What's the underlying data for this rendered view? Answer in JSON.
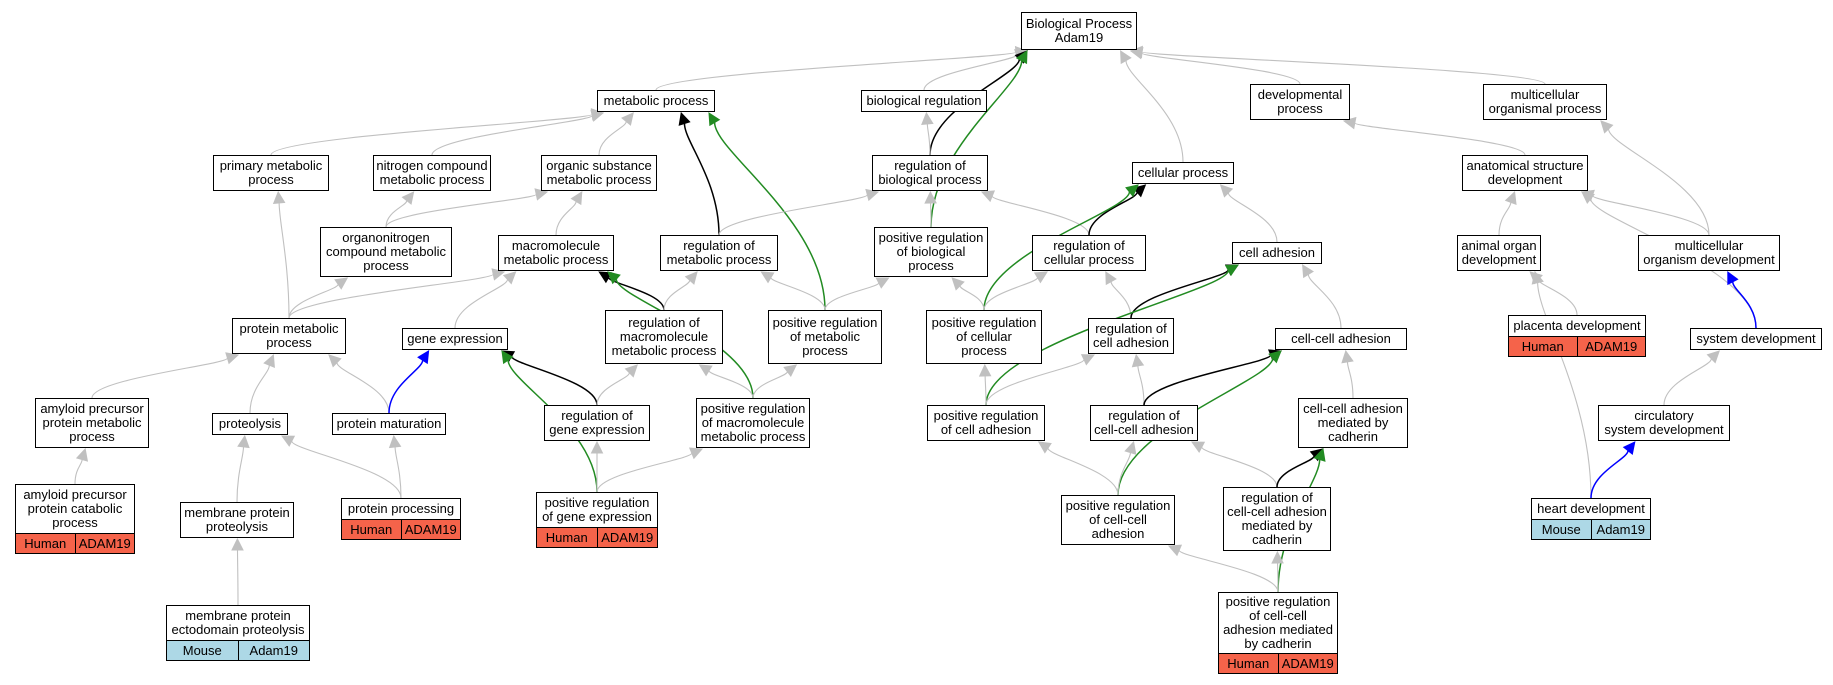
{
  "colors": {
    "default_edge": "#c0c0c0",
    "is_a_edge": "#000000",
    "positive_edge": "#228b22",
    "blue_edge": "#0000ff",
    "human_tag": "#f5634a",
    "mouse_tag": "#add8e6"
  },
  "nodes": [
    {
      "id": "bp",
      "lines": [
        "Biological Process",
        "Adam19"
      ]
    },
    {
      "id": "metabolic",
      "lines": [
        "metabolic process"
      ]
    },
    {
      "id": "bioreg",
      "lines": [
        "biological regulation"
      ]
    },
    {
      "id": "devproc",
      "lines": [
        "developmental",
        "process"
      ]
    },
    {
      "id": "multiorg",
      "lines": [
        "multicellular",
        "organismal process"
      ]
    },
    {
      "id": "primmeta",
      "lines": [
        "primary metabolic",
        "process"
      ]
    },
    {
      "id": "nitro",
      "lines": [
        "nitrogen compound",
        "metabolic process"
      ]
    },
    {
      "id": "orgsub",
      "lines": [
        "organic substance",
        "metabolic process"
      ]
    },
    {
      "id": "regbio",
      "lines": [
        "regulation of",
        "biological process"
      ]
    },
    {
      "id": "cellproc",
      "lines": [
        "cellular process"
      ]
    },
    {
      "id": "anatdev",
      "lines": [
        "anatomical structure",
        "development"
      ]
    },
    {
      "id": "organonit",
      "lines": [
        "organonitrogen",
        "compound metabolic",
        "process"
      ]
    },
    {
      "id": "macromet",
      "lines": [
        "macromolecule",
        "metabolic process"
      ]
    },
    {
      "id": "regmeta",
      "lines": [
        "regulation of",
        "metabolic process"
      ]
    },
    {
      "id": "posregbio",
      "lines": [
        "positive regulation",
        "of biological",
        "process"
      ]
    },
    {
      "id": "regcell",
      "lines": [
        "regulation of",
        "cellular process"
      ]
    },
    {
      "id": "celladh",
      "lines": [
        "cell adhesion"
      ]
    },
    {
      "id": "animorg",
      "lines": [
        "animal organ",
        "development"
      ]
    },
    {
      "id": "multidev",
      "lines": [
        "multicellular",
        "organism development"
      ]
    },
    {
      "id": "protmeta",
      "lines": [
        "protein metabolic",
        "process"
      ]
    },
    {
      "id": "geneexp",
      "lines": [
        "gene expression"
      ]
    },
    {
      "id": "regmacro",
      "lines": [
        "regulation of",
        "macromolecule",
        "metabolic process"
      ]
    },
    {
      "id": "posregmeta",
      "lines": [
        "positive regulation",
        "of metabolic",
        "process"
      ]
    },
    {
      "id": "posregcellp",
      "lines": [
        "positive regulation",
        "of cellular",
        "process"
      ]
    },
    {
      "id": "regcelladh",
      "lines": [
        "regulation of",
        "cell adhesion"
      ]
    },
    {
      "id": "ccadh",
      "lines": [
        "cell-cell adhesion"
      ]
    },
    {
      "id": "placenta",
      "lines": [
        "placenta development"
      ]
    },
    {
      "id": "sysdev",
      "lines": [
        "system development"
      ]
    },
    {
      "id": "amyloidmeta",
      "lines": [
        "amyloid precursor",
        "protein metabolic",
        "process"
      ]
    },
    {
      "id": "proteolysis",
      "lines": [
        "proteolysis"
      ]
    },
    {
      "id": "protmat",
      "lines": [
        "protein maturation"
      ]
    },
    {
      "id": "reggene",
      "lines": [
        "regulation of",
        "gene expression"
      ]
    },
    {
      "id": "posregmacro",
      "lines": [
        "positive regulation",
        "of macromolecule",
        "metabolic process"
      ]
    },
    {
      "id": "posregcadh",
      "lines": [
        "positive regulation",
        "of cell adhesion"
      ]
    },
    {
      "id": "regccadh",
      "lines": [
        "regulation of",
        "cell-cell adhesion"
      ]
    },
    {
      "id": "ccadhcad",
      "lines": [
        "cell-cell adhesion",
        "mediated by",
        "cadherin"
      ]
    },
    {
      "id": "circ",
      "lines": [
        "circulatory",
        "system development"
      ]
    },
    {
      "id": "amyloidcat",
      "lines": [
        "amyloid precursor",
        "protein catabolic",
        "process"
      ]
    },
    {
      "id": "memprot",
      "lines": [
        "membrane protein",
        "proteolysis"
      ]
    },
    {
      "id": "protproc",
      "lines": [
        "protein processing"
      ]
    },
    {
      "id": "posreggene",
      "lines": [
        "positive regulation",
        "of gene expression"
      ]
    },
    {
      "id": "posregccadh",
      "lines": [
        "positive regulation",
        "of cell-cell",
        "adhesion"
      ]
    },
    {
      "id": "regccadhcad",
      "lines": [
        "regulation of",
        "cell-cell adhesion",
        "mediated by",
        "cadherin"
      ]
    },
    {
      "id": "heart",
      "lines": [
        "heart development"
      ]
    },
    {
      "id": "memecto",
      "lines": [
        "membrane protein",
        "ectodomain proteolysis"
      ]
    },
    {
      "id": "posregccadhcad",
      "lines": [
        "positive regulation",
        "of cell-cell",
        "adhesion mediated",
        "by cadherin"
      ]
    }
  ],
  "annotations": [
    {
      "node": "placenta",
      "species": "Human",
      "gene": "ADAM19"
    },
    {
      "node": "amyloidcat",
      "species": "Human",
      "gene": "ADAM19"
    },
    {
      "node": "protproc",
      "species": "Human",
      "gene": "ADAM19"
    },
    {
      "node": "posreggene",
      "species": "Human",
      "gene": "ADAM19"
    },
    {
      "node": "heart",
      "species": "Mouse",
      "gene": "Adam19"
    },
    {
      "node": "memecto",
      "species": "Mouse",
      "gene": "Adam19"
    },
    {
      "node": "posregccadhcad",
      "species": "Human",
      "gene": "ADAM19"
    }
  ],
  "edges": [
    {
      "from": "metabolic",
      "to": "bp",
      "kind": "default"
    },
    {
      "from": "bioreg",
      "to": "bp",
      "kind": "default"
    },
    {
      "from": "devproc",
      "to": "bp",
      "kind": "default"
    },
    {
      "from": "multiorg",
      "to": "bp",
      "kind": "default"
    },
    {
      "from": "cellproc",
      "to": "bp",
      "kind": "default"
    },
    {
      "from": "regbio",
      "to": "bp",
      "kind": "is_a"
    },
    {
      "from": "posregbio",
      "to": "bp",
      "kind": "positive"
    },
    {
      "from": "primmeta",
      "to": "metabolic",
      "kind": "default"
    },
    {
      "from": "nitro",
      "to": "metabolic",
      "kind": "default"
    },
    {
      "from": "orgsub",
      "to": "metabolic",
      "kind": "default"
    },
    {
      "from": "regmeta",
      "to": "metabolic",
      "kind": "is_a"
    },
    {
      "from": "posregmeta",
      "to": "metabolic",
      "kind": "positive"
    },
    {
      "from": "regbio",
      "to": "bioreg",
      "kind": "default"
    },
    {
      "from": "organonit",
      "to": "nitro",
      "kind": "default"
    },
    {
      "from": "macromet",
      "to": "orgsub",
      "kind": "default"
    },
    {
      "from": "organonit",
      "to": "orgsub",
      "kind": "default"
    },
    {
      "from": "regmeta",
      "to": "regbio",
      "kind": "default"
    },
    {
      "from": "posregbio",
      "to": "regbio",
      "kind": "default"
    },
    {
      "from": "regcell",
      "to": "regbio",
      "kind": "default"
    },
    {
      "from": "regcell",
      "to": "cellproc",
      "kind": "is_a"
    },
    {
      "from": "posregcellp",
      "to": "cellproc",
      "kind": "positive"
    },
    {
      "from": "celladh",
      "to": "cellproc",
      "kind": "default"
    },
    {
      "from": "anatdev",
      "to": "devproc",
      "kind": "default"
    },
    {
      "from": "animorg",
      "to": "anatdev",
      "kind": "default"
    },
    {
      "from": "multidev",
      "to": "anatdev",
      "kind": "default"
    },
    {
      "from": "sysdev",
      "to": "anatdev",
      "kind": "default"
    },
    {
      "from": "multidev",
      "to": "multiorg",
      "kind": "default"
    },
    {
      "from": "protmeta",
      "to": "primmeta",
      "kind": "default"
    },
    {
      "from": "protmeta",
      "to": "organonit",
      "kind": "default"
    },
    {
      "from": "protmeta",
      "to": "macromet",
      "kind": "default"
    },
    {
      "from": "geneexp",
      "to": "macromet",
      "kind": "default"
    },
    {
      "from": "regmacro",
      "to": "macromet",
      "kind": "is_a"
    },
    {
      "from": "posregmacro",
      "to": "macromet",
      "kind": "positive"
    },
    {
      "from": "regmacro",
      "to": "regmeta",
      "kind": "default"
    },
    {
      "from": "posregmeta",
      "to": "regmeta",
      "kind": "default"
    },
    {
      "from": "posregmeta",
      "to": "posregbio",
      "kind": "default"
    },
    {
      "from": "posregcellp",
      "to": "posregbio",
      "kind": "default"
    },
    {
      "from": "posregcellp",
      "to": "regcell",
      "kind": "default"
    },
    {
      "from": "regcelladh",
      "to": "regcell",
      "kind": "default"
    },
    {
      "from": "regcelladh",
      "to": "celladh",
      "kind": "is_a"
    },
    {
      "from": "posregcadh",
      "to": "celladh",
      "kind": "positive"
    },
    {
      "from": "ccadh",
      "to": "celladh",
      "kind": "default"
    },
    {
      "from": "placenta",
      "to": "animorg",
      "kind": "default"
    },
    {
      "from": "heart",
      "to": "animorg",
      "kind": "default"
    },
    {
      "from": "sysdev",
      "to": "multidev",
      "kind": "blue"
    },
    {
      "from": "amyloidmeta",
      "to": "protmeta",
      "kind": "default"
    },
    {
      "from": "proteolysis",
      "to": "protmeta",
      "kind": "default"
    },
    {
      "from": "protmat",
      "to": "protmeta",
      "kind": "default"
    },
    {
      "from": "protmat",
      "to": "geneexp",
      "kind": "blue"
    },
    {
      "from": "reggene",
      "to": "geneexp",
      "kind": "is_a"
    },
    {
      "from": "posreggene",
      "to": "geneexp",
      "kind": "positive"
    },
    {
      "from": "reggene",
      "to": "regmacro",
      "kind": "default"
    },
    {
      "from": "posregmacro",
      "to": "regmacro",
      "kind": "default"
    },
    {
      "from": "posregmacro",
      "to": "posregmeta",
      "kind": "default"
    },
    {
      "from": "posregcadh",
      "to": "posregcellp",
      "kind": "default"
    },
    {
      "from": "posregcadh",
      "to": "regcelladh",
      "kind": "default"
    },
    {
      "from": "regccadh",
      "to": "regcelladh",
      "kind": "default"
    },
    {
      "from": "regccadh",
      "to": "ccadh",
      "kind": "is_a"
    },
    {
      "from": "posregccadh",
      "to": "ccadh",
      "kind": "positive"
    },
    {
      "from": "ccadhcad",
      "to": "ccadh",
      "kind": "default"
    },
    {
      "from": "circ",
      "to": "sysdev",
      "kind": "default"
    },
    {
      "from": "amyloidcat",
      "to": "amyloidmeta",
      "kind": "default"
    },
    {
      "from": "memprot",
      "to": "proteolysis",
      "kind": "default"
    },
    {
      "from": "protproc",
      "to": "proteolysis",
      "kind": "default"
    },
    {
      "from": "protproc",
      "to": "protmat",
      "kind": "default"
    },
    {
      "from": "posreggene",
      "to": "reggene",
      "kind": "default"
    },
    {
      "from": "posreggene",
      "to": "posregmacro",
      "kind": "default"
    },
    {
      "from": "posregccadh",
      "to": "posregcadh",
      "kind": "default"
    },
    {
      "from": "posregccadh",
      "to": "regccadh",
      "kind": "default"
    },
    {
      "from": "regccadhcad",
      "to": "regccadh",
      "kind": "default"
    },
    {
      "from": "regccadhcad",
      "to": "ccadhcad",
      "kind": "is_a"
    },
    {
      "from": "posregccadhcad",
      "to": "ccadhcad",
      "kind": "positive"
    },
    {
      "from": "heart",
      "to": "circ",
      "kind": "blue"
    },
    {
      "from": "memecto",
      "to": "memprot",
      "kind": "default"
    },
    {
      "from": "posregccadhcad",
      "to": "posregccadh",
      "kind": "default"
    },
    {
      "from": "posregccadhcad",
      "to": "regccadhcad",
      "kind": "default"
    }
  ]
}
